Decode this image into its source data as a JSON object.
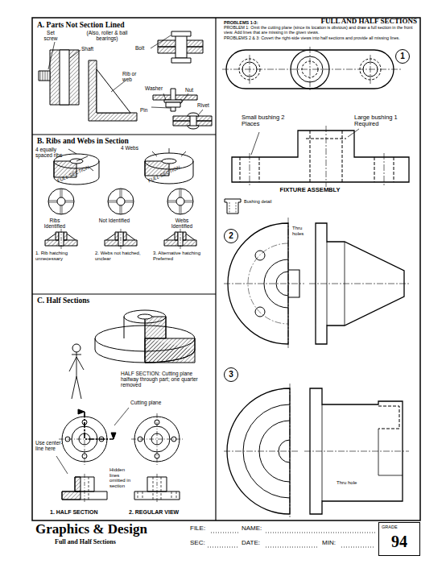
{
  "diagram": {
    "title": "FULL AND HALF SECTIONS",
    "nodes": [
      {
        "text": [
          "1"
        ]
      },
      {
        "text": [
          "2"
        ]
      },
      {
        "text": [
          "3"
        ]
      },
      {
        "text": [
          "GRADE",
          "94"
        ]
      }
    ],
    "labels": [
      "PROBLEMS 1-3:",
      "PROBLEM 1: Omit the cutting plane (since its location is obvious) and draw a full section in the front view. Add lines that are missing in the given views.",
      "PROBLEMS 2 & 3: Covert the right-side views into half sections and provide all missing lines.",
      "A. Parts Not Section Lined",
      "Set screw",
      "(Also, roller & ball bearings)",
      "Shaft",
      "Bolt",
      "Rib or web",
      "Washer",
      "Nut",
      "Pin",
      "Rivet",
      "B. Ribs and Webs in Section",
      "4 equally spaced ribs",
      "4 Webs",
      "FULL SECTION",
      "FULL SECTION",
      "Ribs Identified",
      "Not Identified",
      "Webs Identified",
      "1. Rib hatching unnecessary",
      "2. Webs not hatched, unclear",
      "3. Alternative hatching Preferred",
      "C. Half Sections",
      "HALF SECTION: Cutting plane halfway through part; one quarter removed",
      "Cutting plane",
      "Use center-line here",
      "Hidden lines omitted in section",
      "1. HALF SECTION",
      "2. REGULAR VIEW",
      "Small bushing 2 Places",
      "Large bushing 1 Required",
      "FIXTURE ASSEMBLY",
      "Bushing detail",
      "Thru holes",
      "Thru hole",
      "Graphics & Design",
      "Full and Half Sections",
      "FILE:",
      "NAME:",
      "SEC:",
      "DATE:",
      "MIN:"
    ]
  }
}
